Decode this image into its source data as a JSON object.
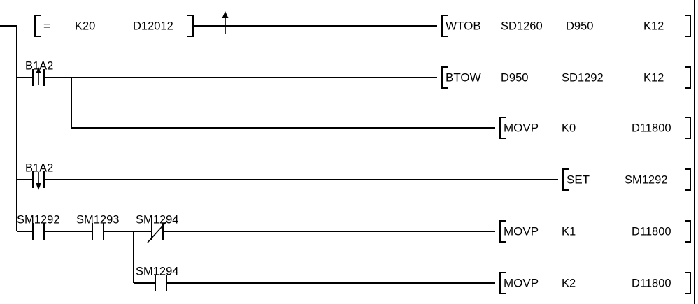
{
  "diagram": {
    "title": "Ladder Logic Rungs",
    "type": "plc-ladder-diagram",
    "colors": {
      "background": "#ffffff",
      "line": "#000000",
      "text": "#000000"
    },
    "rails": {
      "left_rail_label": "left-power-rail",
      "right_rail_label": "right-power-rail"
    }
  },
  "rungs": [
    {
      "index": 1,
      "compare_block": {
        "operator": "=",
        "operand1": "K20",
        "operand2": "D12012"
      },
      "edge_marker": "rising-edge-pulse",
      "instruction": {
        "mnemonic": "WTOB",
        "operands": [
          "SD1260",
          "D950",
          "K12"
        ]
      }
    },
    {
      "index": 2,
      "contacts": [
        {
          "label": "B1A2",
          "type": "rising-edge"
        }
      ],
      "instruction": {
        "mnemonic": "BTOW",
        "operands": [
          "D950",
          "SD1292",
          "K12"
        ]
      }
    },
    {
      "index": 3,
      "contacts": [],
      "instruction": {
        "mnemonic": "MOVP",
        "operands": [
          "K0",
          "D11800"
        ]
      }
    },
    {
      "index": 4,
      "contacts": [
        {
          "label": "B1A2",
          "type": "falling-edge"
        }
      ],
      "instruction": {
        "mnemonic": "SET",
        "operands": [
          "SM1292"
        ]
      }
    },
    {
      "index": 5,
      "contacts": [
        {
          "label": "SM1292",
          "type": "normally-open"
        },
        {
          "label": "SM1293",
          "type": "normally-open"
        },
        {
          "label": "SM1294",
          "type": "normally-closed"
        }
      ],
      "instruction": {
        "mnemonic": "MOVP",
        "operands": [
          "K1",
          "D11800"
        ]
      }
    },
    {
      "index": 6,
      "contacts": [
        {
          "label": "SM1294",
          "type": "normally-open"
        }
      ],
      "instruction": {
        "mnemonic": "MOVP",
        "operands": [
          "K2",
          "D11800"
        ]
      }
    }
  ],
  "labels": {
    "r1_op": "=",
    "r1_k20": "K20",
    "r1_d12012": "D12012",
    "r1_instr": "WTOB",
    "r1_a1": "SD1260",
    "r1_a2": "D950",
    "r1_a3": "K12",
    "r2_contact": "B1A2",
    "r2_instr": "BTOW",
    "r2_a1": "D950",
    "r2_a2": "SD1292",
    "r2_a3": "K12",
    "r3_instr": "MOVP",
    "r3_a1": "K0",
    "r3_a2": "D11800",
    "r4_contact": "B1A2",
    "r4_instr": "SET",
    "r4_a1": "SM1292",
    "r5_c1": "SM1292",
    "r5_c2": "SM1293",
    "r5_c3": "SM1294",
    "r5_instr": "MOVP",
    "r5_a1": "K1",
    "r5_a2": "D11800",
    "r6_c1": "SM1294",
    "r6_instr": "MOVP",
    "r6_a1": "K2",
    "r6_a2": "D11800"
  }
}
